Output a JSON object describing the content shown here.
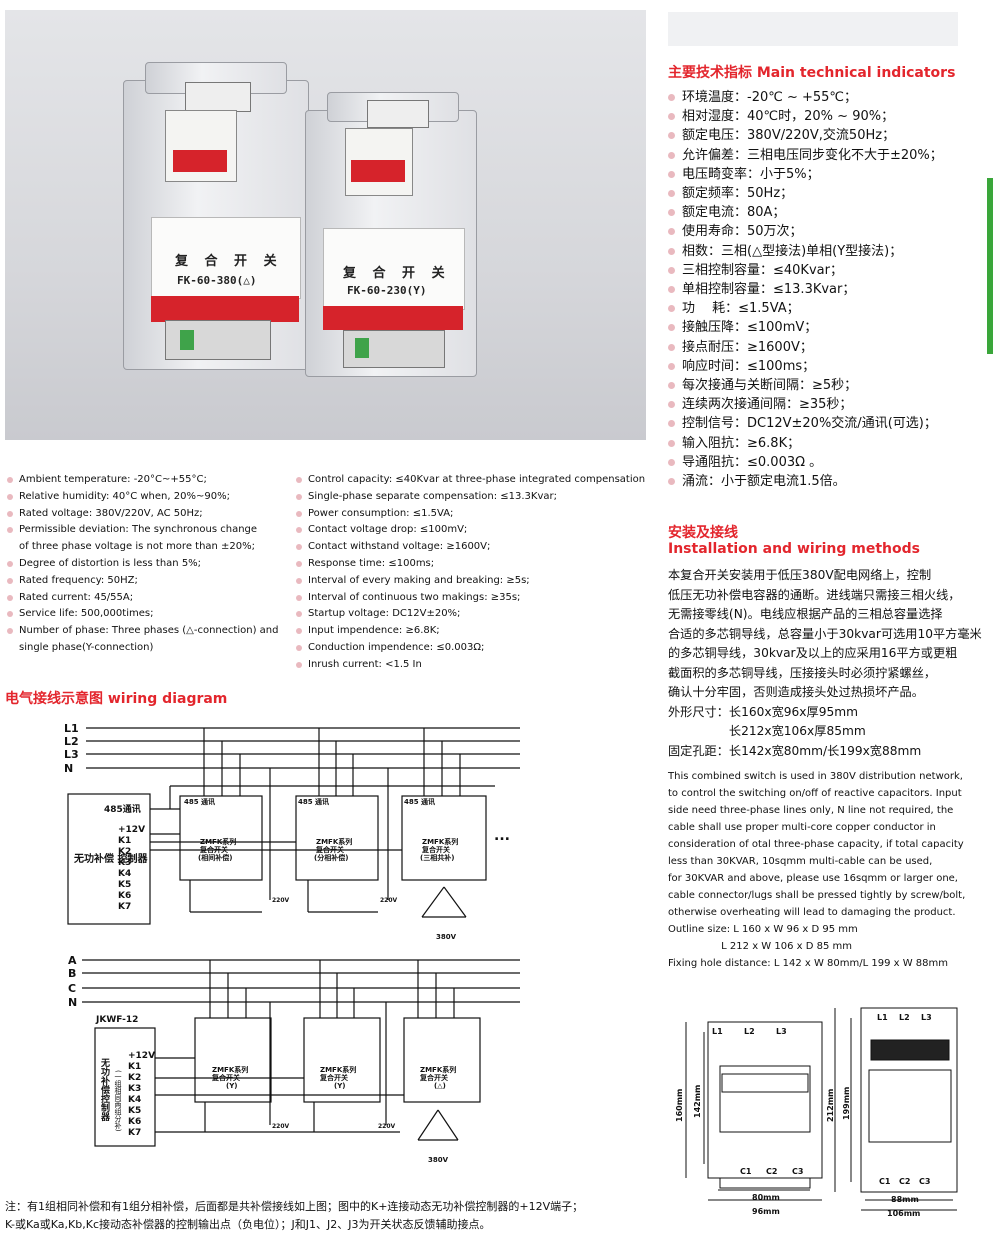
{
  "photo": {
    "unit1": {
      "title": "复 合 开 关",
      "model": "FK-60-380(△)"
    },
    "unit2": {
      "title": "复 合 开 关",
      "model": "FK-60-230(Y)"
    }
  },
  "main_indicators": {
    "title": "主要技术指标 Main technical indicators",
    "items": [
      "环境温度：-20℃ ~ +55℃；",
      "相对湿度：40℃时，20% ~ 90%；",
      "额定电压：380V/220V,交流50Hz；",
      "允许偏差：三相电压同步变化不大于±20%；",
      "电压畸变率：小于5%；",
      "额定频率：50Hz；",
      "额定电流：80A；",
      "使用寿命：50万次；",
      "相数：三相(△型接法)单相(Y型接法)；",
      "三相控制容量：≤40Kvar；",
      "单相控制容量：≤13.3Kvar；",
      "功　 耗：≤1.5VA；",
      "接触压降：≤100mV；",
      "接点耐压：≥1600V；",
      "响应时间：≤100ms；",
      "每次接通与关断间隔：≥5秒；",
      "连续两次接通间隔：≥35秒；",
      "控制信号：DC12V±20%交流/通讯(可选)；",
      "输入阻抗：≥6.8K；",
      "导通阻抗：≤0.003Ω 。",
      "涌流：小于额定电流1.5倍。"
    ]
  },
  "english_specs": {
    "left": [
      {
        "text": "Ambient temperature: -20°C~+55°C;"
      },
      {
        "text": "Relative humidity: 40°C when, 20%~90%;"
      },
      {
        "text": "Rated voltage: 380V/220V, AC 50Hz;"
      },
      {
        "text": "Permissible deviation: The synchronous change",
        "cont": "of three phase voltage is not more than ±20%;"
      },
      {
        "text": "Degree of distortion is less than 5%;"
      },
      {
        "text": "Rated frequency: 50HZ;"
      },
      {
        "text": "Rated current: 45/55A;"
      },
      {
        "text": "Service life: 500,000times;"
      },
      {
        "text": "Number of phase: Three phases (△-connection) and",
        "cont": "single phase(Y-connection)"
      }
    ],
    "right": [
      "Control capacity: ≤40Kvar at three-phase integrated compensation",
      "Single-phase separate compensation: ≤13.3Kvar;",
      "Power consumption: ≤1.5VA;",
      "Contact voltage drop: ≤100mV;",
      "Contact withstand voltage: ≥1600V;",
      "Response time: ≤100ms;",
      "Interval of every making and breaking: ≥5s;",
      "Interval of continuous two makings: ≥35s;",
      "Startup voltage: DC12V±20%;",
      "Input impendence: ≥6.8K;",
      "Conduction impendence: ≤0.003Ω;",
      "Inrush current: <1.5 In"
    ]
  },
  "wiring": {
    "title": "电气接线示意图  wiring diagram",
    "d1": {
      "lines": [
        "L1",
        "L2",
        "L3",
        "N"
      ],
      "controller_label": "无功补偿\n控制器",
      "com_label": "485通讯",
      "terminals": [
        "+12V",
        "K1",
        "K2",
        "K3",
        "K4",
        "K5",
        "K6",
        "K7"
      ],
      "sw485": "485\n通讯",
      "modules": [
        {
          "line1": "ZMFK系列",
          "line2": "复合开关",
          "line3": "(相间补偿)"
        },
        {
          "line1": "ZMFK系列",
          "line2": "复合开关",
          "line3": "(分相补偿)"
        },
        {
          "line1": "ZMFK系列",
          "line2": "复合开关",
          "line3": "(三相共补)"
        }
      ],
      "v220": "220V",
      "v380": "380V",
      "ellipsis": "..."
    },
    "d2": {
      "lines": [
        "A",
        "B",
        "C",
        "N"
      ],
      "controller_model": "JKWF-12",
      "controller_label": "无功补偿控制器",
      "side_label": "(一组相同两组分补)",
      "terminals": [
        "+12V",
        "K1",
        "K2",
        "K3",
        "K4",
        "K5",
        "K6",
        "K7"
      ],
      "modules": [
        {
          "line1": "ZMFK系列",
          "line2": "复合开关",
          "line3": "(Y)"
        },
        {
          "line1": "ZMFK系列",
          "line2": "复合开关",
          "line3": "(Y)"
        },
        {
          "line1": "ZMFK系列",
          "line2": "复合开关",
          "line3": "(△)"
        }
      ],
      "v220": "220V",
      "v380": "380V"
    }
  },
  "installation": {
    "title_cn": "安装及接线",
    "title_en": "Installation and wiring methods",
    "cn_lines": [
      "本复合开关安装用于低压380V配电网络上，控制",
      "低压无功补偿电容器的通断。进线端只需接三相火线，",
      "无需接零线(N)。电线应根据产品的三相总容量选择",
      "合适的多芯铜导线，总容量小于30kvar可选用10平方毫米",
      "的多芯铜导线，30kvar及以上的应采用16平方或更粗",
      "截面积的多芯铜导线，压接接头时必须拧紧螺丝，",
      "确认十分牢固，否则造成接头处过热损坏产品。",
      "外形尺寸：长160x宽96x厚95mm",
      "　　　　　长212x宽106x厚85mm",
      "固定孔距：长142x宽80mm/长199x宽88mm"
    ],
    "en_lines": [
      "This combined switch is used in 380V distribution network,",
      "to control the switching on/off of reactive capacitors. Input",
      "side need three-phase lines only, N line not required, the",
      "cable shall use proper multi-core copper conductor in",
      "consideration of otal three-phase capacity, if total capacity",
      "less than 30KVAR, 10sqmm multi-cable can be used,",
      "for 30KVAR and above, please use 16sqmm or larger one,",
      "cable connector/lugs shall be pressed tightly by screw/bolt,",
      "otherwise overheating will lead to damaging the product.",
      "Outline size: L 160 x W 96 x D 95 mm",
      "　　　　　 L 212 x W 106 x D 85 mm",
      "Fixing hole distance: L 142 x W 80mm/L 199 x W 88mm"
    ]
  },
  "dimensions": {
    "left": {
      "h_outer": "160mm",
      "h_inner": "142mm",
      "w_inner": "80mm",
      "w_outer": "96mm",
      "top_labels": [
        "L1",
        "L2",
        "L3"
      ],
      "bottom_labels": [
        "C1",
        "C2",
        "C3"
      ]
    },
    "right": {
      "h_outer": "212mm",
      "h_inner": "199mm",
      "w_inner": "88mm",
      "w_outer": "106mm",
      "top_labels": [
        "L1",
        "L2",
        "L3"
      ],
      "bottom_labels": [
        "C1",
        "C2",
        "C3"
      ]
    }
  },
  "footnote": {
    "line1": "注：有1组相同补偿和有1组分相补偿，后面都是共补偿接线如上图；图中的K+连接动态无功补偿控制器的+12V端子；",
    "line2": "K-或Ka或Ka,Kb,Kc接动态补偿器的控制输出点（负电位）；J和J1、J2、J3为开关状态反馈辅助接点。"
  },
  "colors": {
    "accent_red": "#e3262d",
    "bullet_pink": "#e9b9bf",
    "side_green": "#3aa63a"
  }
}
